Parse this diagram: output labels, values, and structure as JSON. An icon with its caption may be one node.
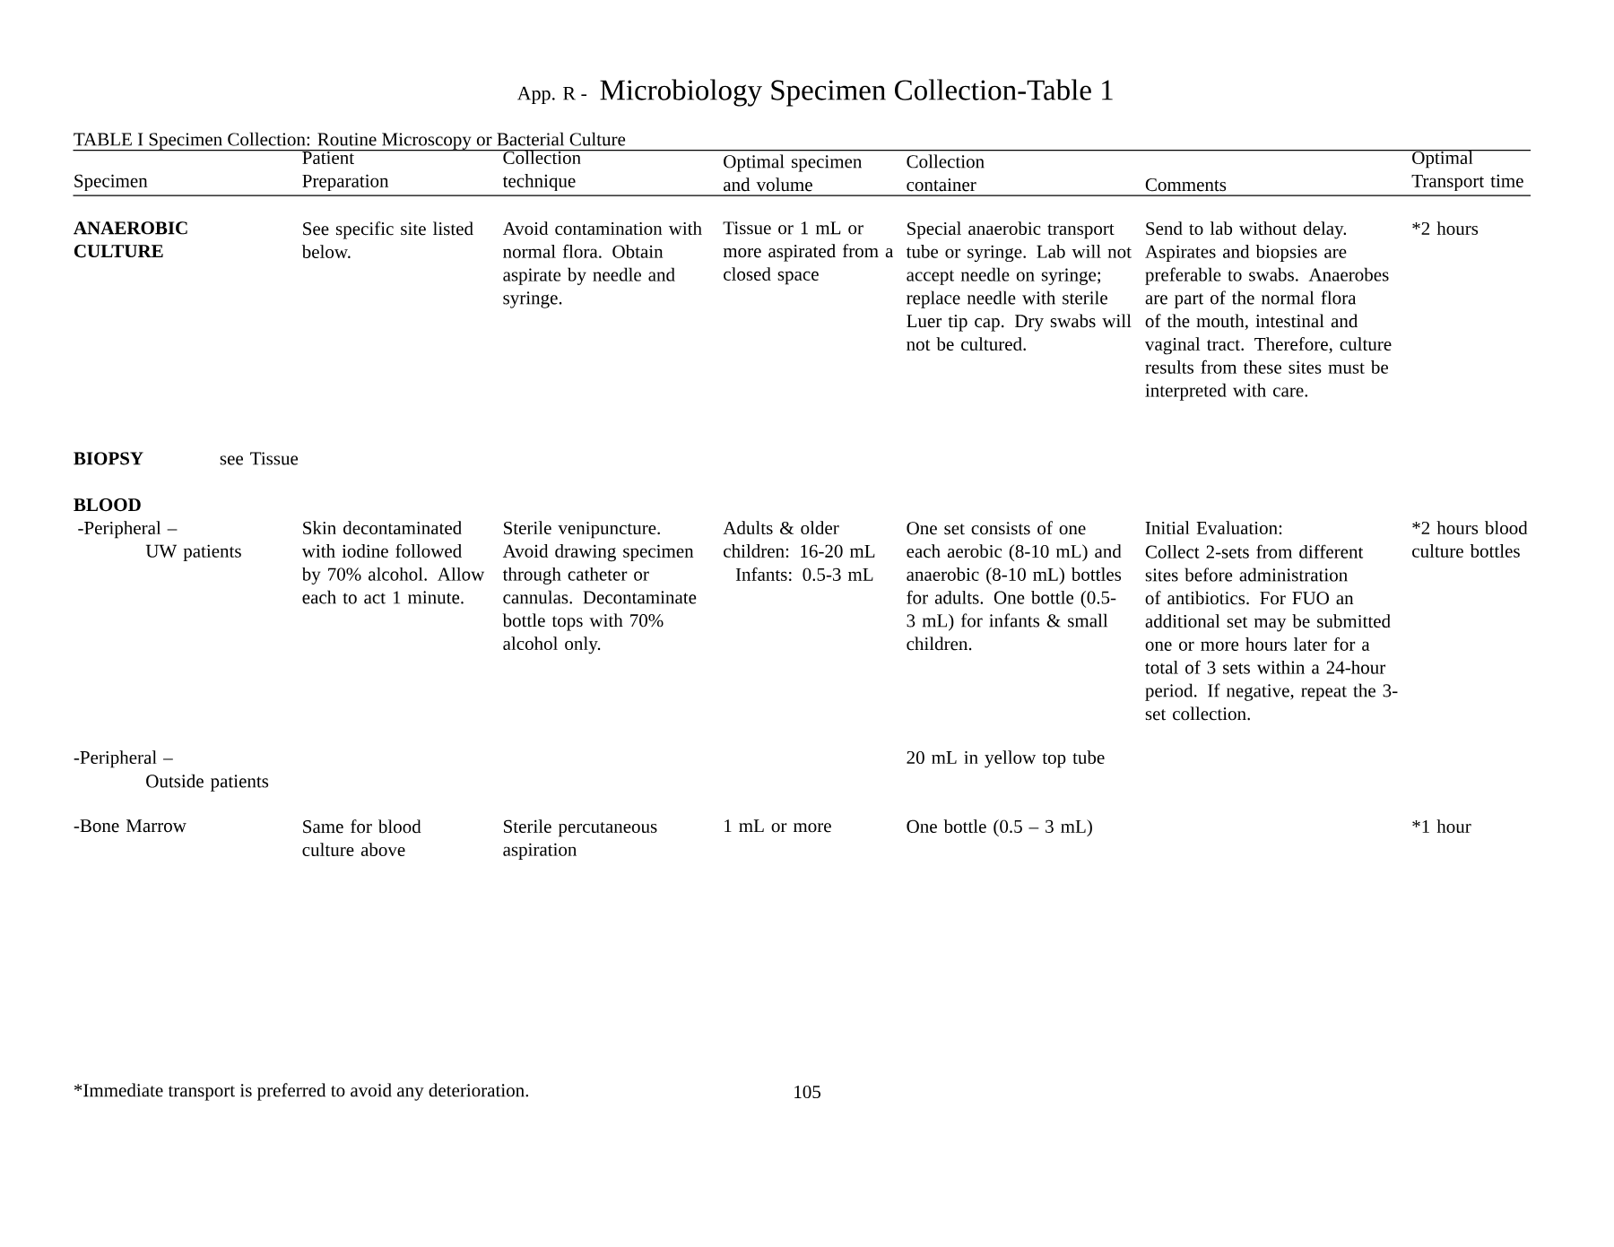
{
  "diagram": {
    "title": "Microbiology Specimen Collection-Table 1",
    "labels": [
      "App. R -",
      "TABLE I  Specimen Collection: Routine Microscopy or Bacterial Culture",
      "Specimen",
      "Patient Preparation",
      "Collection technique",
      "Optimal specimen and volume",
      "Collection container",
      "Comments",
      "Optimal Transport time",
      "ANAEROBIC CULTURE",
      "See specific site listed below.",
      "Avoid contamination with normal flora. Obtain aspirate by needle and syringe.",
      "Tissue or 1 mL or more aspirated from a closed space",
      "Special anaerobic transport tube or syringe. Lab will not accept needle on syringe; replace needle with sterile Luer tip cap. Dry swabs will not be cultured.",
      "Send to lab without delay. Aspirates and biopsies are preferable to swabs. Anaerobes are part of the normal flora of the mouth, intestinal and vaginal tract. Therefore, culture results from these sites must be interpreted with care.",
      "*2 hours",
      "BIOPSY",
      "see Tissue",
      "BLOOD",
      "-Peripheral –",
      "UW patients",
      "Skin decontaminated with iodine followed by 70% alcohol. Allow each to act 1 minute.",
      "Sterile venipuncture. Avoid drawing specimen through catheter or cannulas. Decontaminate bottle tops with 70% alcohol only.",
      "Adults & older children:  16-20 mL",
      "Infants:  0.5-3 mL",
      "One set consists of one each aerobic (8-10 mL) and anaerobic (8-10 mL) bottles for adults.  One bottle (0.5-3 mL) for infants & small children.",
      "Initial Evaluation:",
      "Collect 2-sets from different sites before administration of antibiotics.  For FUO an additional set may be submitted one or more hours later for a total of 3 sets within a 24-hour period.  If negative, repeat the 3-set collection.",
      "*2 hours blood culture bottles",
      "-Peripheral –",
      "Outside patients",
      "20 mL in yellow top tube",
      "-Bone Marrow",
      "Same for blood culture above",
      "Sterile percutaneous aspiration",
      "1 mL or more",
      "One bottle (0.5 – 3 mL)",
      "*1 hour",
      "*Immediate transport is preferred to avoid any deterioration.",
      "105"
    ]
  }
}
